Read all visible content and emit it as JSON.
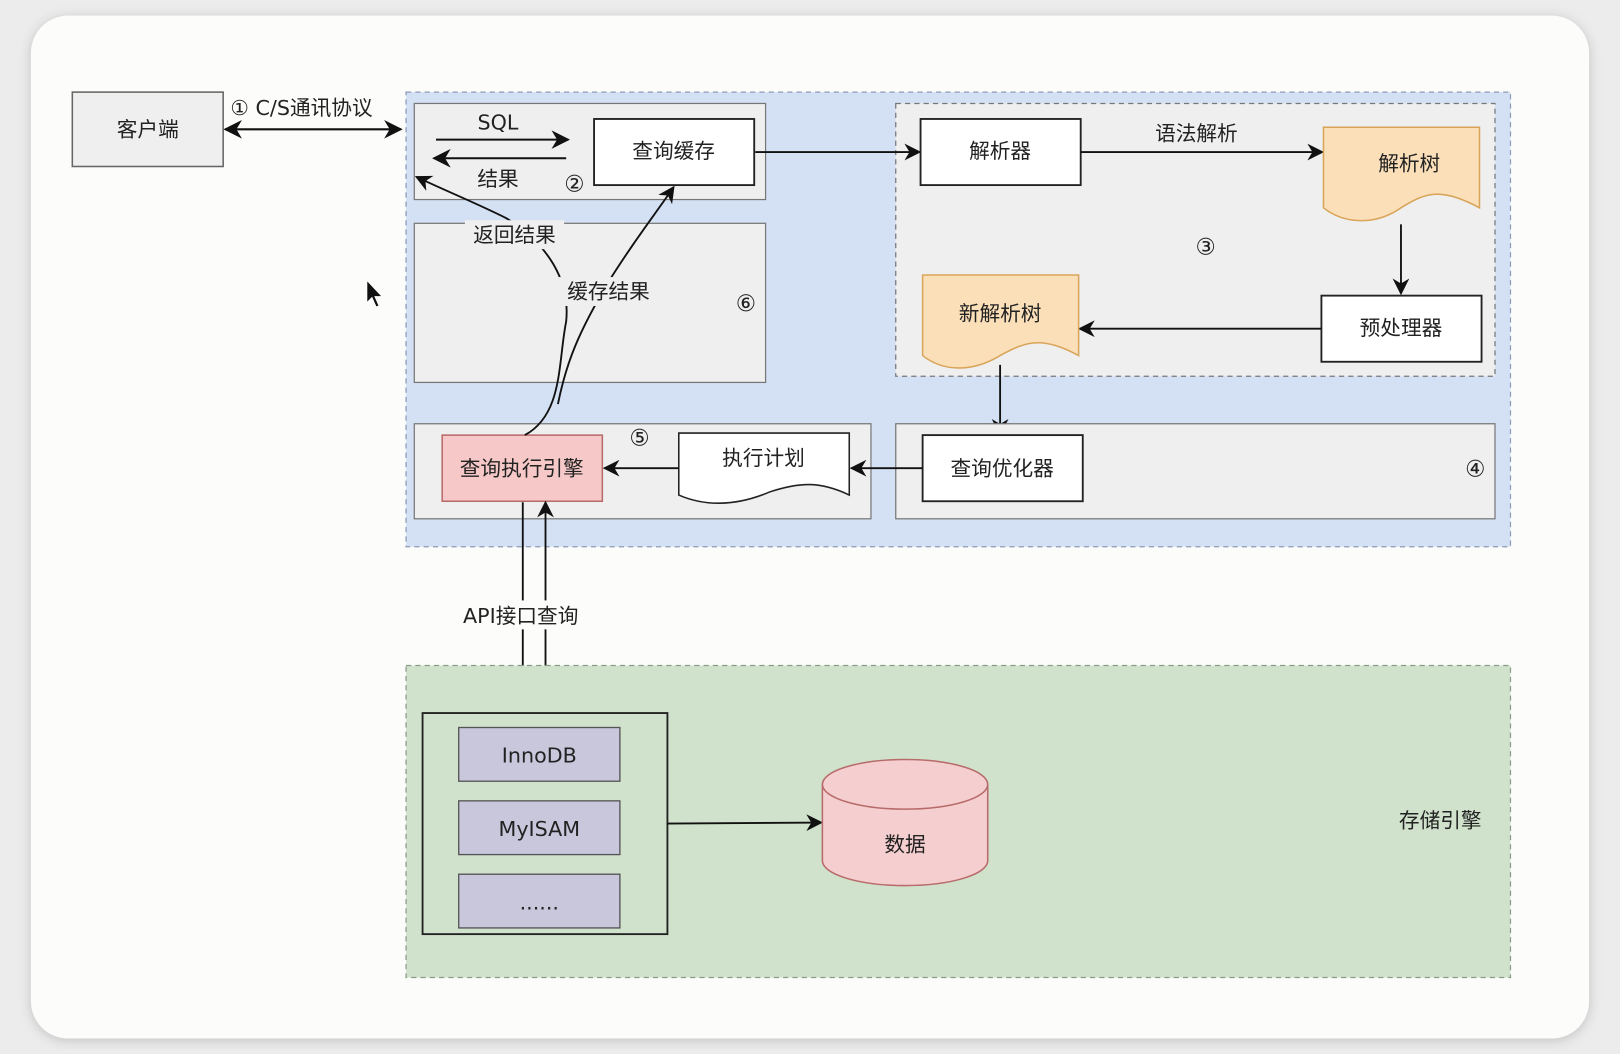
{
  "diagram": {
    "client": {
      "label": "客户端"
    },
    "protocol": {
      "label": "① C/S通讯协议"
    },
    "cache_section": {
      "sql_label": "SQL",
      "result_label": "结果",
      "step": "②",
      "query_cache": "查询缓存"
    },
    "return_result": "返回结果",
    "cache_result": "缓存结果",
    "step6": "⑥",
    "parser_section": {
      "parser": "解析器",
      "syntax_parse": "语法解析",
      "parse_tree": "解析树",
      "step": "③",
      "preprocessor": "预处理器",
      "new_parse_tree": "新解析树"
    },
    "exec_section": {
      "engine": "查询执行引擎",
      "step": "⑤",
      "plan": "执行计划"
    },
    "optimizer_section": {
      "optimizer": "查询优化器",
      "step": "④"
    },
    "api_query": "API接口查询",
    "storage": {
      "engines": [
        "InnoDB",
        "MyISAM",
        "......"
      ],
      "data": "数据",
      "label": "存储引擎"
    }
  },
  "colors": {
    "server_bg": "#d4e1f5",
    "storage_bg": "#d0e2cc",
    "doc_fill": "#fbdfb9",
    "engine_fill": "#f6c8c8",
    "storage_engine_fill": "#c9c7dc",
    "data_fill": "#f5cfcf"
  }
}
